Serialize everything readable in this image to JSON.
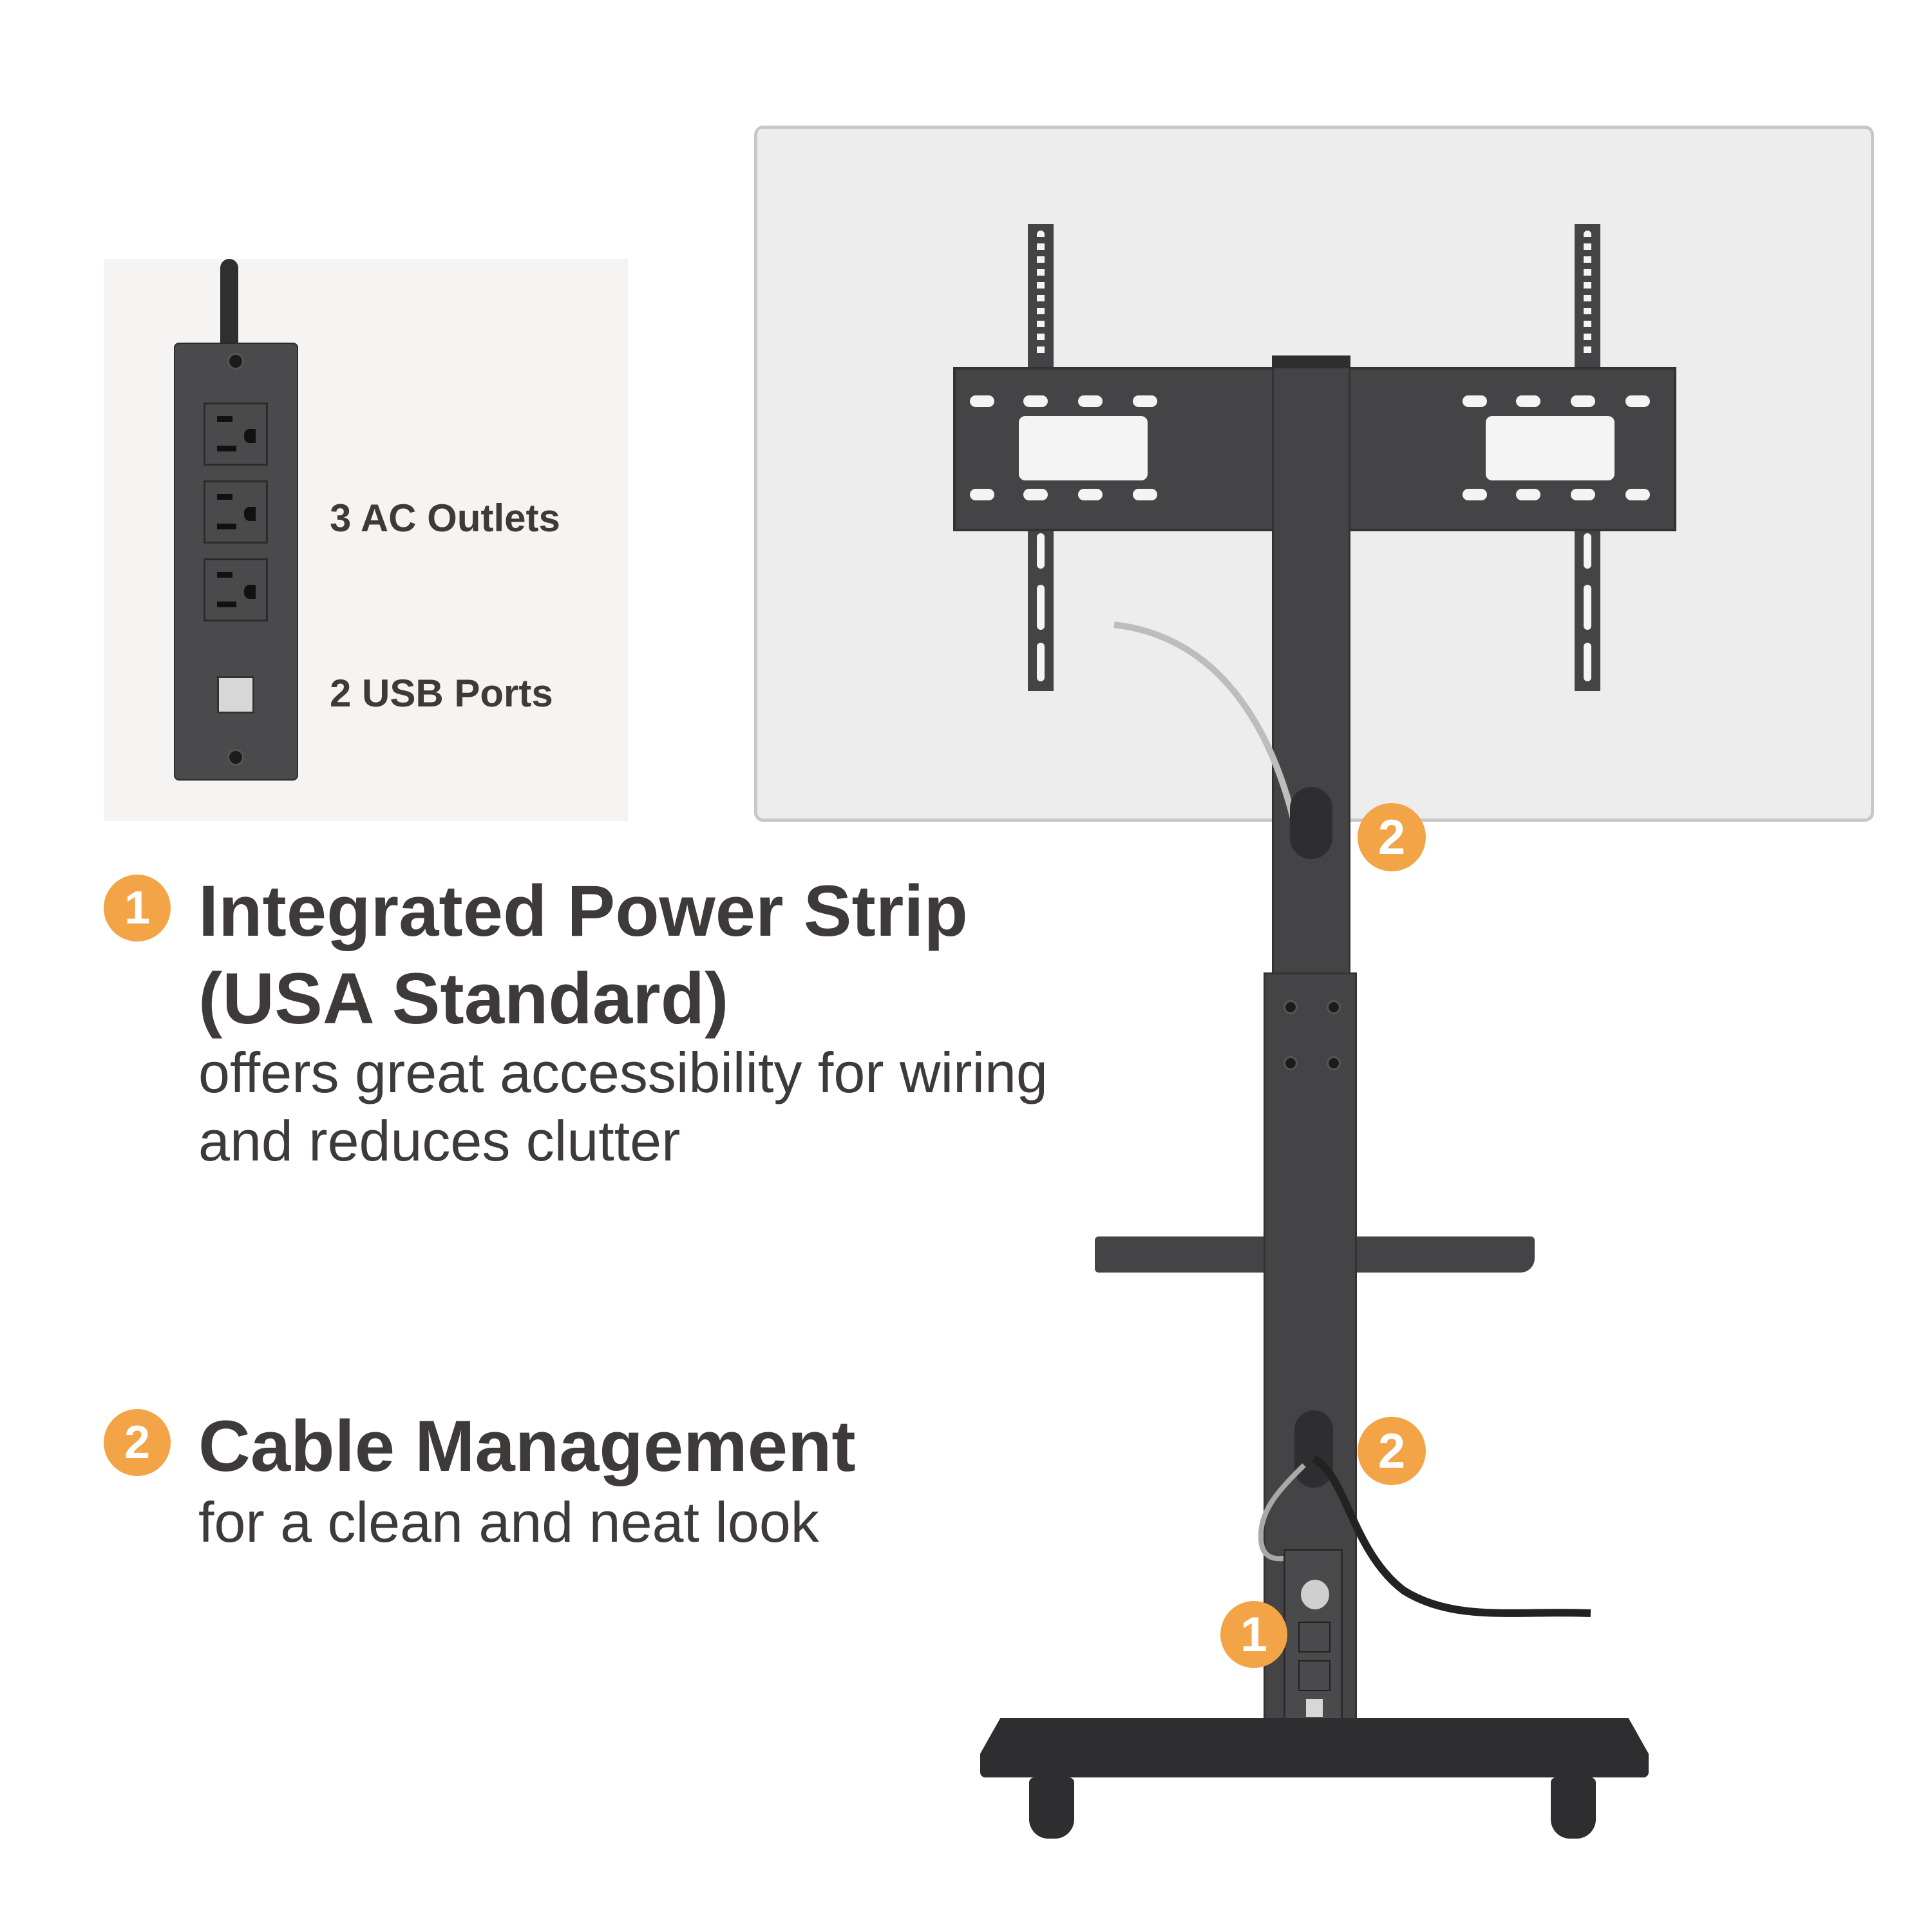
{
  "inset": {
    "outlets_label": "3 AC Outlets",
    "usb_label": "2 USB Ports",
    "outlet_count": 3,
    "usb_count": 2
  },
  "features": [
    {
      "number": "1",
      "title_line1": "Integrated Power Strip",
      "title_line2": "(USA Standard)",
      "desc_line1": "offers great accessibility for wiring",
      "desc_line2": "and reduces clutter"
    },
    {
      "number": "2",
      "title_line1": "Cable Management",
      "desc_line1": "for a clean and neat look"
    }
  ],
  "callouts": [
    {
      "number": "2",
      "target": "upper-cable-grommet"
    },
    {
      "number": "2",
      "target": "lower-cable-grommet"
    },
    {
      "number": "1",
      "target": "column-power-strip"
    }
  ],
  "colors": {
    "accent": "#f3a446",
    "text": "#3d3a39",
    "panel_bg": "#ededed",
    "panel_border": "#c8c8c8",
    "metal": "#444446",
    "inset_bg": "#f5f4f3"
  }
}
